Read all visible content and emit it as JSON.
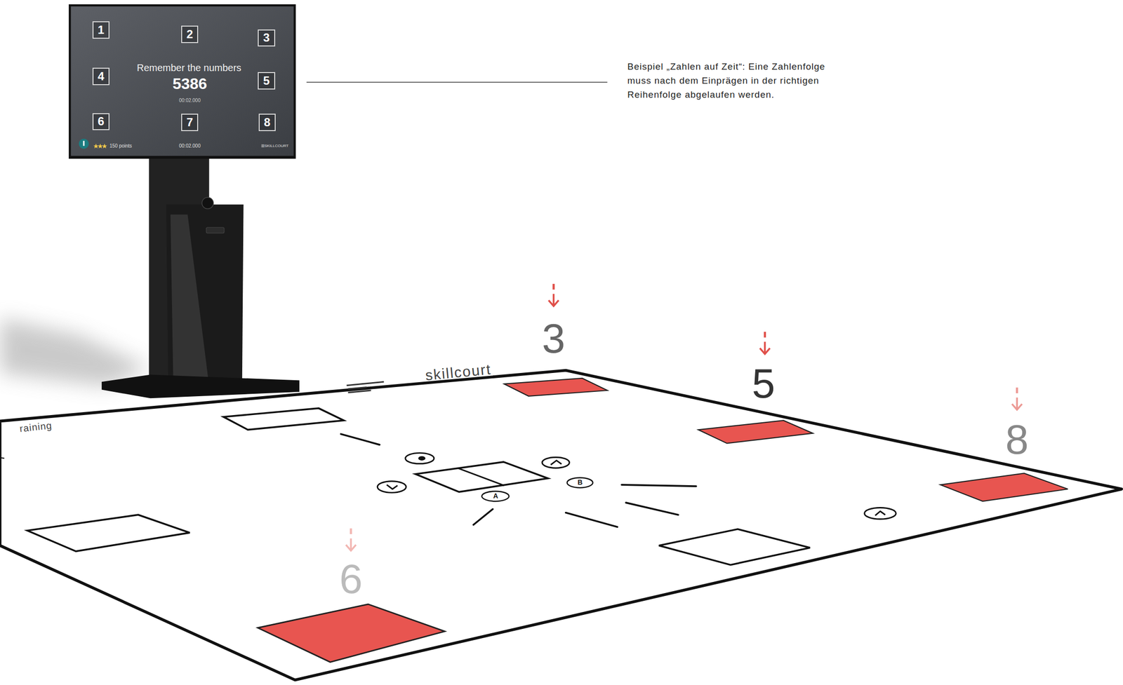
{
  "diagram": {
    "nodes": [
      {
        "text": [
          "Remember the numbers",
          "5386",
          "00:02.000",
          "150 points",
          "00:02.000",
          "SKILLCOURT"
        ]
      },
      {
        "text": [
          "1"
        ],
        "in": 0
      },
      {
        "text": [
          "2"
        ],
        "in": 0
      },
      {
        "text": [
          "3"
        ],
        "in": 0
      },
      {
        "text": [
          "4"
        ],
        "in": 0
      },
      {
        "text": [
          "5"
        ],
        "in": 0
      },
      {
        "text": [
          "6"
        ],
        "in": 0
      },
      {
        "text": [
          "7"
        ],
        "in": 0
      },
      {
        "text": [
          "8"
        ],
        "in": 0
      },
      {
        "text": [
          "B"
        ]
      },
      {
        "text": [
          "A"
        ]
      }
    ],
    "labels": [
      "Beispiel „Zahlen auf Zeit“: Eine Zahlenfolge muss nach dem Einprägen in der richtigen Reihenfolge abgelaufen werden.",
      "3",
      "5",
      "skillcourt",
      "raining",
      "8",
      "6"
    ]
  }
}
